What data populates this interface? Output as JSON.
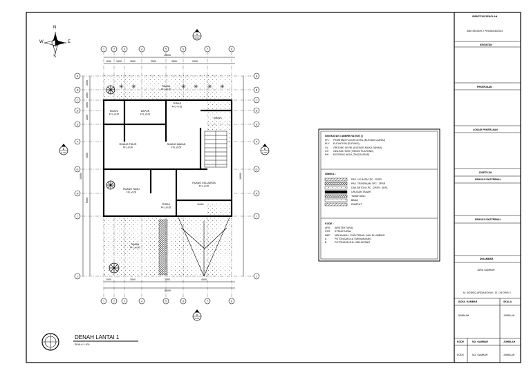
{
  "north_arrow": {
    "n": "N",
    "s": "S",
    "e": "E",
    "w": "W"
  },
  "grid_columns": [
    "1",
    "2",
    "3",
    "4",
    "5",
    "6",
    "7",
    "8"
  ],
  "grid_rows": [
    "A",
    "B",
    "C",
    "D",
    "E",
    "F",
    "G",
    "H",
    "I",
    "J"
  ],
  "dims_top": {
    "total": "16000",
    "segments": [
      "1000",
      "1500",
      "3000",
      "2500",
      "3500",
      "2000"
    ]
  },
  "dims_bottom": {
    "total": "16000",
    "segments": [
      "1000",
      "3000",
      "2500",
      "4000"
    ]
  },
  "dims_left": [
    "1000",
    "2000",
    "1500",
    "2000",
    "4000",
    "5000"
  ],
  "rooms": [
    {
      "name": "TAMAN",
      "level": "FFL ±0.00"
    },
    {
      "name": "KM/WC",
      "level": "FFL ±0.00"
    },
    {
      "name": "DAPUR",
      "level": "FFL ±0.00"
    },
    {
      "name": "TERAS",
      "level": "FFL +0.05"
    },
    {
      "name": "KM/WC",
      "level": ""
    },
    {
      "name": "RUANG TIDUR",
      "level": "FFL ±0.00"
    },
    {
      "name": "RUANG MAKAN",
      "level": "FFL ±0.00"
    },
    {
      "name": "RUANG TAMU",
      "level": "FFL ±0.00"
    },
    {
      "name": "RUANG KELUARGA",
      "level": "FFL ±0.00"
    },
    {
      "name": "TERAS",
      "level": "FFL ±0.05"
    },
    {
      "name": "GAJA",
      "level": ""
    },
    {
      "name": "TAMAN",
      "level": "FFL ±0.00"
    }
  ],
  "section_markers": [
    {
      "label": "A",
      "ref": "A-101"
    },
    {
      "label": "B",
      "ref": "A-101"
    },
    {
      "label": "A",
      "ref": "A-101"
    },
    {
      "label": "B",
      "ref": "A-101"
    }
  ],
  "plan_title": "DENAH LANTAI 1",
  "plan_scale": "SKALA 1:100",
  "legend": {
    "abbr_title": "SINGKATAN / ABBREVIATION ( )",
    "abbr": [
      [
        "FFL",
        "FINISHING FLOOR LEVEL (ELEVASI LANTAI)"
      ],
      [
        "ELV",
        "ELEVATION (ELEVASI)"
      ],
      [
        "GL",
        "GROUND LEVEL (ELEVASI MUKA TANAH)"
      ],
      [
        "CH",
        "CEILING HIGH (TINGGI PLAFOND)"
      ],
      [
        "RH",
        "ROOFING HIGH (TINGGI ATAP)"
      ]
    ],
    "symbol_title": "SIMBOL :",
    "symbols": [
      "PAS. 1/2 BATA 1PC : 2PSR",
      "PAS. TRASRAAM 1PC : 2PSR",
      "DAK BETON 1PC : 2PSR : 3KRL",
      "URUGAN TANAH",
      "TANAH ASLI",
      "BADA",
      "RUMPUT"
    ],
    "code_title": "KODE :",
    "codes": [
      [
        "ARS",
        "ARSITEKTURAL"
      ],
      [
        "STR",
        "STRUKTURAL"
      ],
      [
        "MEP",
        "MEKANIKAL, ELEKTRIKAL DAN PLUMBING"
      ],
      [
        "A",
        "POTONGAN A-A / MEMANJANG"
      ],
      [
        "B",
        "POTONGAN B-B / MELINTANG"
      ]
    ]
  },
  "title_block": {
    "identity_header": "IDENTITAS SEKOLAH",
    "school": "SMK NEGERI 2 PROBOLINGGO",
    "activity_header": "KEGIATAN",
    "job_header": "PEKERJAAN",
    "location_header": "LOKASI PEKERJAAN",
    "approved_header": "DISETUJUI",
    "examiner1": "PENGUJI EKSTERNAL",
    "examiner2": "PENGUJI EKSTERNAL",
    "drawn_header": "DIGAMBAR",
    "drawer_role": "JURU GAMBAR",
    "drawer_name": "M. SIDDIEQ ARDIANSYAH / 13 / XII DPIB 3",
    "col_title": "JUDUL GAMBAR",
    "col_scale": "SKALA",
    "row1_title": "JUMBLAH",
    "row1_scale": "JUMBLAH",
    "code_label": "KODE",
    "no_label": "NO. GAMBAR",
    "count_label": "JUMBLAH",
    "code_value": "KODE",
    "no_value": "NO. GAMBAR",
    "count_value": "JUMBLAH"
  }
}
